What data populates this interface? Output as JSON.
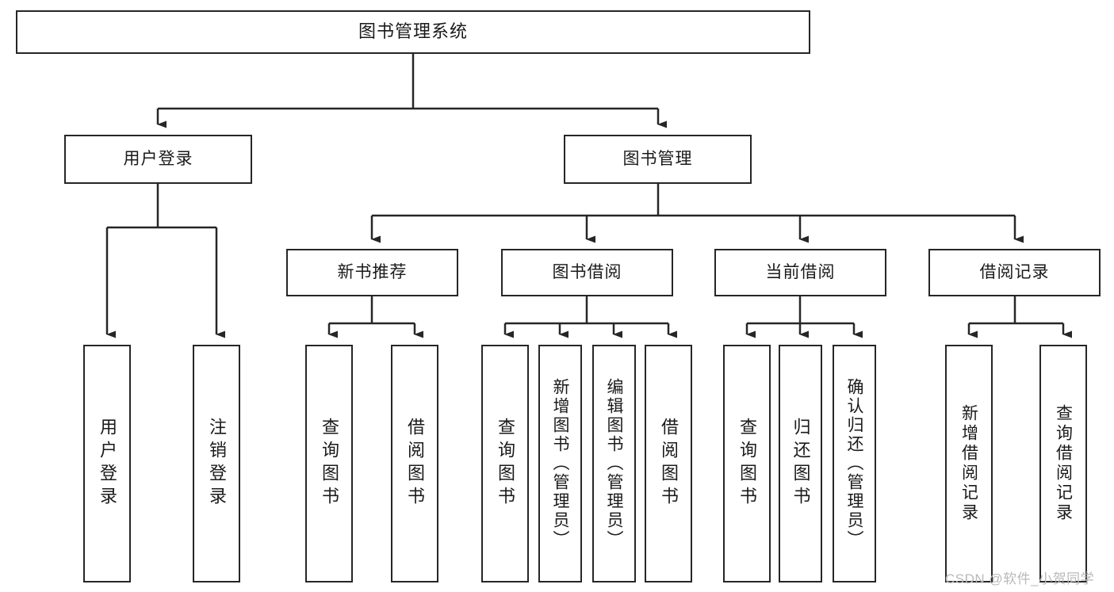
{
  "diagram": {
    "type": "hierarchy-tree",
    "title": "图书管理系统",
    "orientation": "top-down",
    "colors": {
      "box_border": "#262626",
      "box_fill": "#ffffff",
      "text": "#1a1a1a",
      "connector": "#262626",
      "watermark": "#b9b9b9"
    },
    "root": {
      "label": "图书管理系统",
      "name": "node-library-management-system"
    },
    "level2": [
      {
        "label": "用户登录",
        "name": "node-user-login"
      },
      {
        "label": "图书管理",
        "name": "node-book-management"
      }
    ],
    "level3": [
      {
        "label": "新书推荐",
        "name": "node-new-book-recommendation"
      },
      {
        "label": "图书借阅",
        "name": "node-book-borrowing"
      },
      {
        "label": "当前借阅",
        "name": "node-current-borrowing"
      },
      {
        "label": "借阅记录",
        "name": "node-borrow-records"
      }
    ],
    "leaves": {
      "user_login": [
        {
          "label": "用户登录",
          "name": "leaf-user-login"
        },
        {
          "label": "注销登录",
          "name": "leaf-logout"
        }
      ],
      "new_book_recommendation": [
        {
          "label": "查询图书",
          "name": "leaf-query-books-recommend"
        },
        {
          "label": "借阅图书",
          "name": "leaf-borrow-books-recommend"
        }
      ],
      "book_borrowing": [
        {
          "label": "查询图书",
          "name": "leaf-query-books-borrow"
        },
        {
          "label": "新增图书（管理员）",
          "name": "leaf-add-book-admin"
        },
        {
          "label": "编辑图书（管理员）",
          "name": "leaf-edit-book-admin"
        },
        {
          "label": "借阅图书",
          "name": "leaf-borrow-books"
        }
      ],
      "current_borrowing": [
        {
          "label": "查询图书",
          "name": "leaf-query-books-current"
        },
        {
          "label": "归还图书",
          "name": "leaf-return-books"
        },
        {
          "label": "确认归还（管理员）",
          "name": "leaf-confirm-return-admin"
        }
      ],
      "borrow_records": [
        {
          "label": "新增借阅记录",
          "name": "leaf-add-borrow-record"
        },
        {
          "label": "查询借阅记录",
          "name": "leaf-query-borrow-record"
        }
      ]
    },
    "watermark": "CSDN @软件_小贺同学"
  }
}
